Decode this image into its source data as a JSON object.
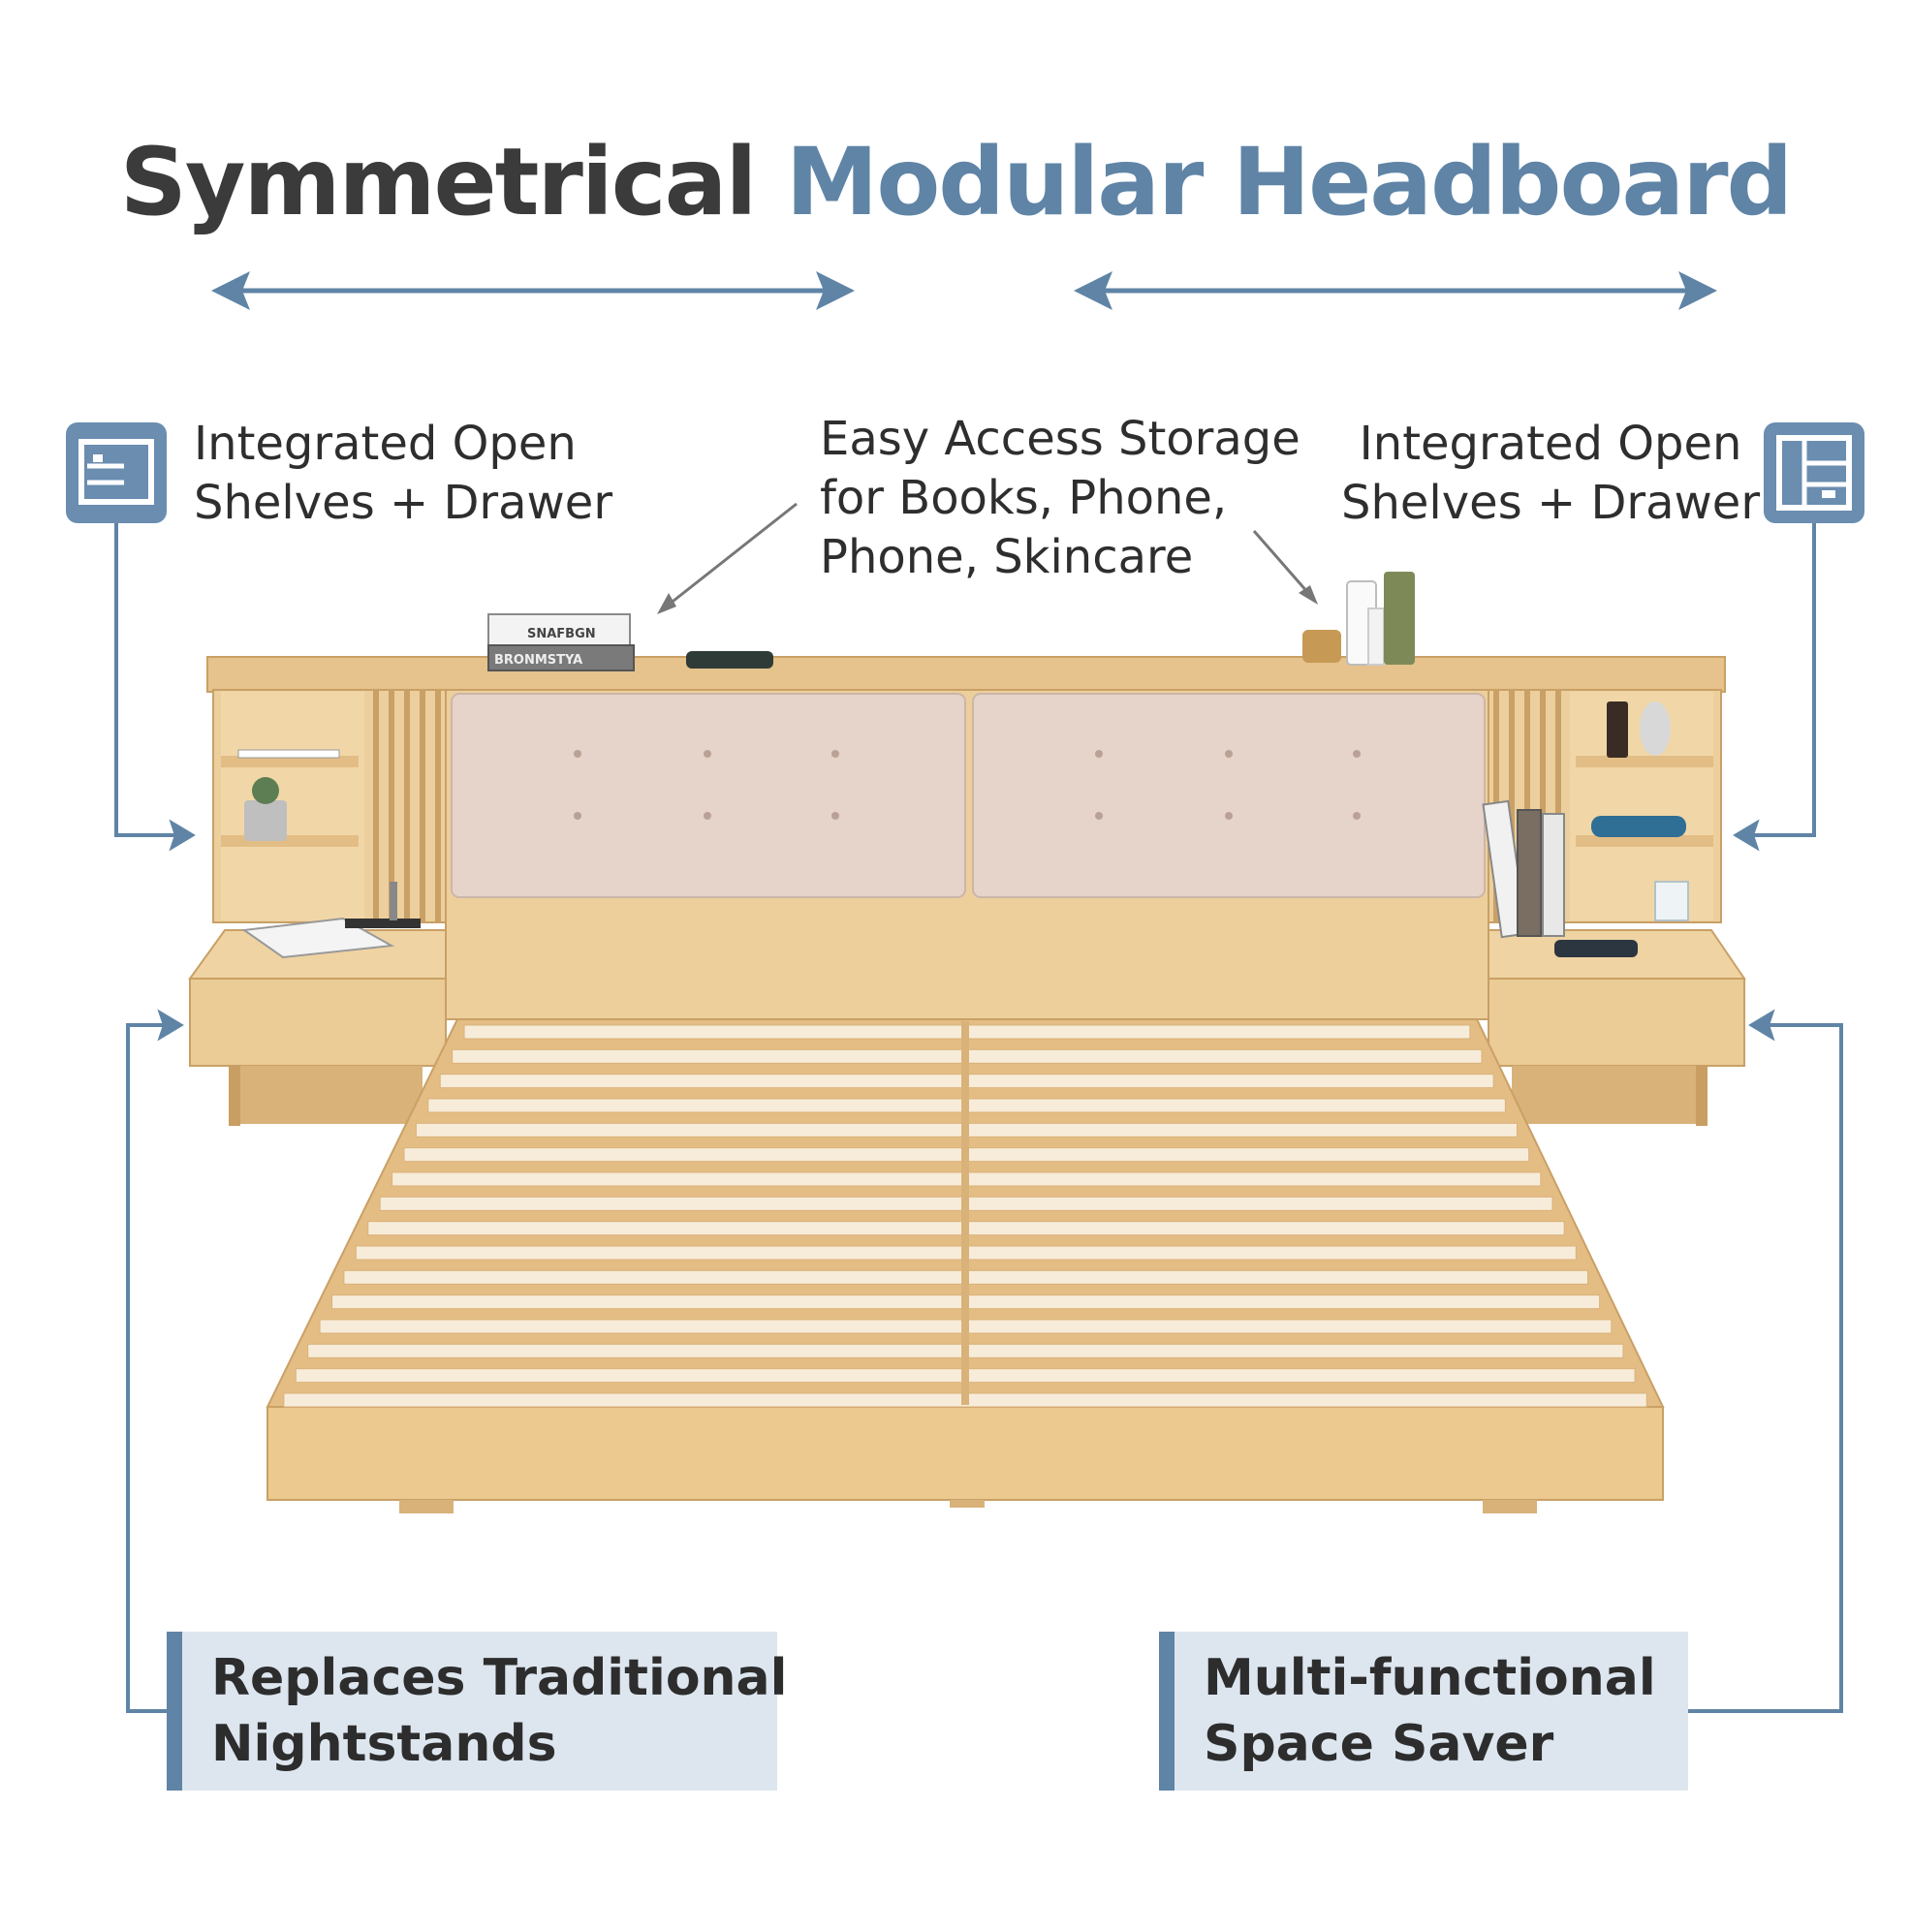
{
  "title": {
    "part1": "Symmetrical",
    "part2": "Modular Headboard"
  },
  "callouts": {
    "left": {
      "line1": "Integrated Open",
      "line2": "Shelves + Drawer",
      "icon": "shelf-drawer-icon"
    },
    "center": {
      "line1": "Easy Access Storage",
      "line2": "for Books, Phone,",
      "line3": "Phone, Skincare"
    },
    "right": {
      "line1": "Integrated Open",
      "line2": "Shelves + Drawer",
      "icon": "shelf-drawer-icon"
    }
  },
  "boxes": {
    "left": {
      "line1": "Replaces Traditional",
      "line2": "Nightstands"
    },
    "right": {
      "line1": "Multi-functional",
      "line2": "Space Saver"
    }
  },
  "book_spines": {
    "left_top": "SNAFBGN",
    "left_bottom": "BRONMSTYA"
  },
  "colors": {
    "accent": "#5f84a6",
    "icon_bg": "#6a8db0",
    "box_bg": "#dde6ef",
    "wood": "#e8c48c",
    "upholstery": "#e6d3c9"
  }
}
